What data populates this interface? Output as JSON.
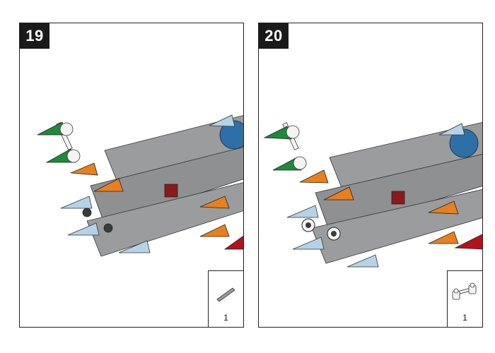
{
  "steps": [
    {
      "number": "19",
      "parts": [
        {
          "name": "bar-piece",
          "quantity": "1"
        }
      ]
    },
    {
      "number": "20",
      "parts": [
        {
          "name": "bar-with-clips-piece",
          "quantity": "1"
        }
      ]
    }
  ],
  "colors": {
    "gray": "#9a9c9e",
    "dark_gray": "#5c5e60",
    "orange": "#e8801e",
    "green": "#1f8a3b",
    "trans_light_blue": "#b5d3e6",
    "blue_dome": "#2f6fa8",
    "dark_red": "#8b1a1a",
    "red": "#b3121c",
    "white": "#f4f4f4"
  }
}
